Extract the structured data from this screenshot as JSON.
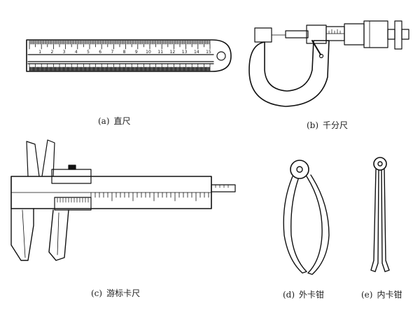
{
  "figure": {
    "items": [
      {
        "label": "(a)",
        "name": "直尺"
      },
      {
        "label": "(b)",
        "name": "千分尺"
      },
      {
        "label": "(c)",
        "name": "游标卡尺"
      },
      {
        "label": "(d)",
        "name": "外卡钳"
      },
      {
        "label": "(e)",
        "name": "内卡钳"
      }
    ],
    "ruler_scale_numbers": [
      "1",
      "2",
      "3",
      "4",
      "5",
      "6",
      "7",
      "8",
      "9",
      "10",
      "11",
      "12",
      "13",
      "14",
      "15"
    ]
  }
}
